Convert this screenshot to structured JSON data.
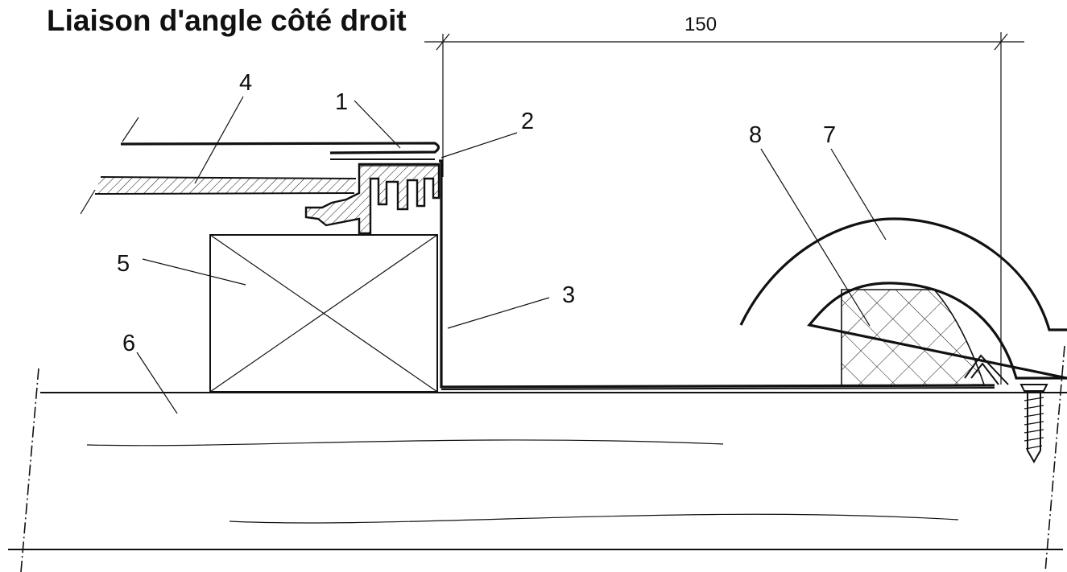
{
  "title": "Liaison d'angle côté droit",
  "dimension": {
    "value": "150"
  },
  "callouts": [
    {
      "id": "1",
      "label": "1"
    },
    {
      "id": "2",
      "label": "2"
    },
    {
      "id": "3",
      "label": "3"
    },
    {
      "id": "4",
      "label": "4"
    },
    {
      "id": "5",
      "label": "5"
    },
    {
      "id": "6",
      "label": "6"
    },
    {
      "id": "7",
      "label": "7"
    },
    {
      "id": "8",
      "label": "8"
    }
  ]
}
